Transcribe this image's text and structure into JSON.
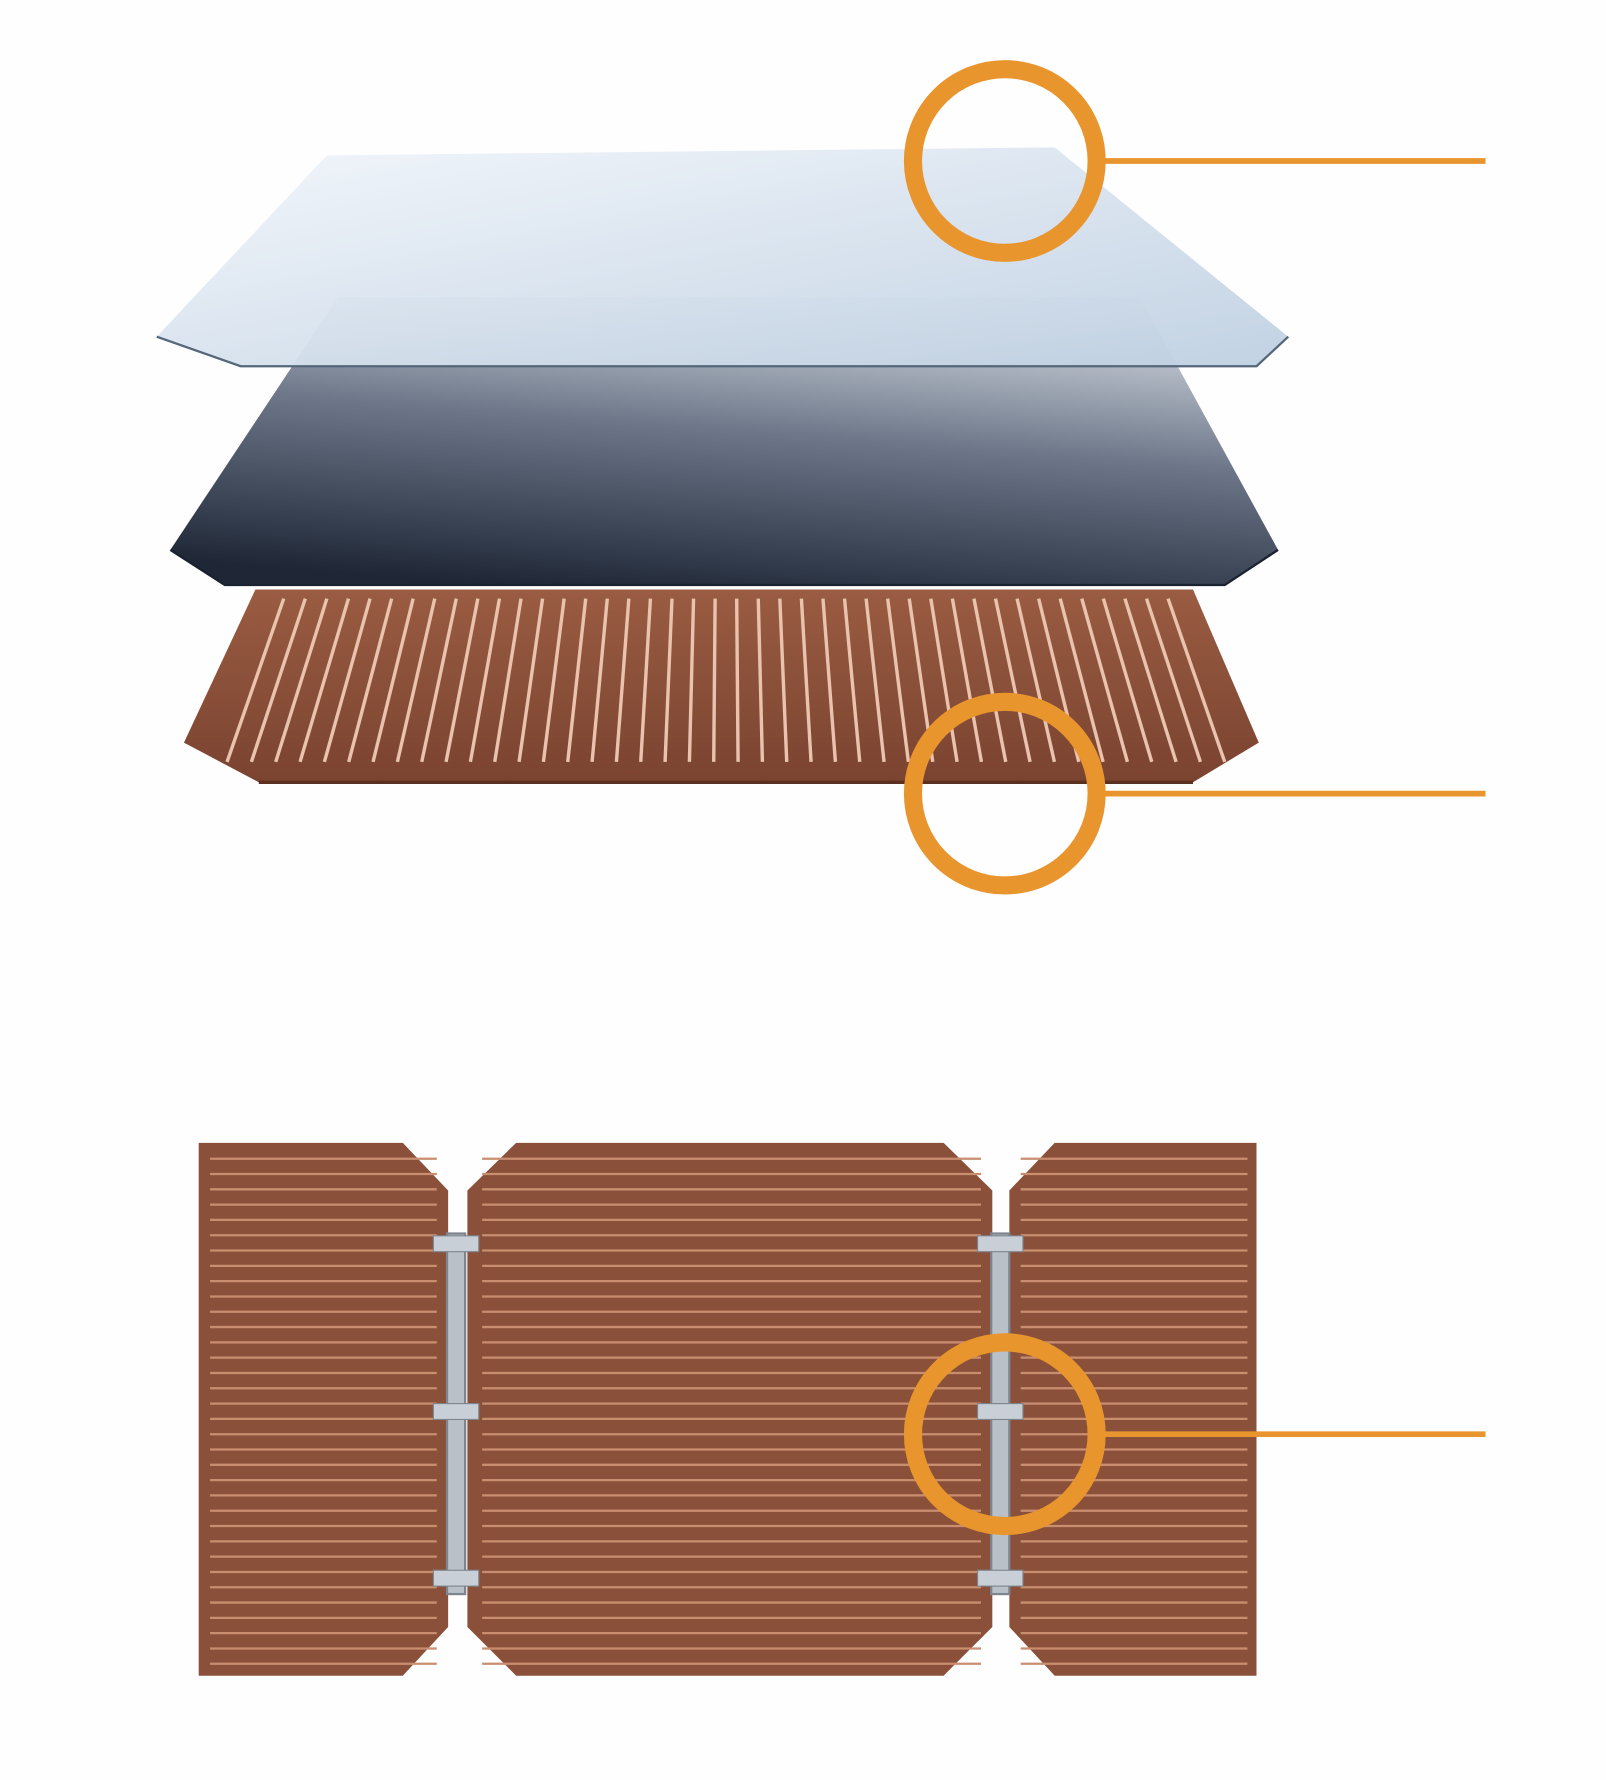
{
  "colors": {
    "background": "#fefefe",
    "callout": "#e8952e",
    "glass_light": "#e8f0f8",
    "glass_dark": "#bfd0e2",
    "absorber_light": "#c9d0d9",
    "absorber_dark": "#1f2737",
    "copper": "#8a5039",
    "copper_stripe": "#e9c3ad",
    "connector": "#b9c0c8"
  },
  "diagram": {
    "layers": [
      "glass-layer",
      "absorber-layer",
      "copper-cell-layer"
    ],
    "cells": [
      "left-cell",
      "center-cell",
      "right-cell"
    ],
    "callouts": 3
  }
}
